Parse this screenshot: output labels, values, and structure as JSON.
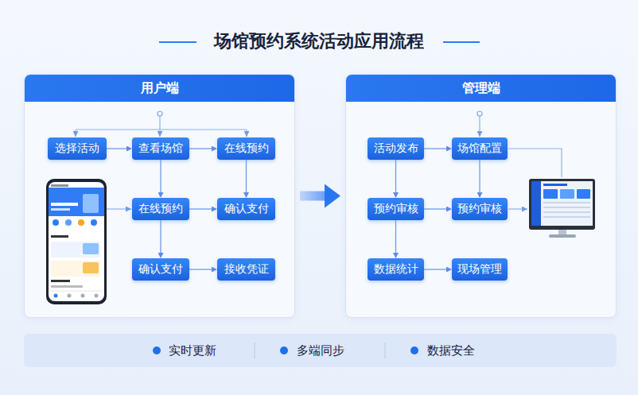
{
  "diagram": {
    "title": "场馆预约系统活动应用流程",
    "nodes": [
      {
        "text": [
          "用户端"
        ]
      },
      {
        "text": [
          "选择活动"
        ],
        "in": 0
      },
      {
        "text": [
          "查看场馆"
        ],
        "in": 0
      },
      {
        "text": [
          "在线预约"
        ],
        "in": 0
      },
      {
        "text": [
          "在线预约"
        ],
        "in": 0
      },
      {
        "text": [
          "确认支付"
        ],
        "in": 0
      },
      {
        "text": [
          "确认支付"
        ],
        "in": 0
      },
      {
        "text": [
          "接收凭证"
        ],
        "in": 0
      },
      {
        "text": [
          "管理端"
        ]
      },
      {
        "text": [
          "活动发布"
        ],
        "in": 8
      },
      {
        "text": [
          "场馆配置"
        ],
        "in": 8
      },
      {
        "text": [
          "预约审核"
        ],
        "in": 8
      },
      {
        "text": [
          "预约审核"
        ],
        "in": 8
      },
      {
        "text": [
          "数据统计"
        ],
        "in": 8
      },
      {
        "text": [
          "现场管理"
        ],
        "in": 8
      },
      {
        "text": [
          "实时更新",
          "多端同步",
          "数据安全"
        ]
      }
    ],
    "edges": [
      {
        "from": 1,
        "to": 2,
        "arrow": "to"
      },
      {
        "from": 2,
        "to": 3,
        "arrow": "to"
      },
      {
        "from": 2,
        "to": 4,
        "arrow": "to"
      },
      {
        "from": 3,
        "to": 5,
        "arrow": "to"
      },
      {
        "from": 4,
        "to": 5,
        "arrow": "to"
      },
      {
        "from": 4,
        "to": 6,
        "arrow": "to"
      },
      {
        "from": 6,
        "to": 7,
        "arrow": "to"
      },
      {
        "from": 0,
        "to": 8,
        "arrow": "to"
      },
      {
        "from": 9,
        "to": 10,
        "arrow": "to"
      },
      {
        "from": 9,
        "to": 11,
        "arrow": "to"
      },
      {
        "from": 10,
        "to": 12,
        "arrow": "to"
      },
      {
        "from": 11,
        "to": 12,
        "arrow": "to"
      },
      {
        "from": 11,
        "to": 13,
        "arrow": "to"
      },
      {
        "from": 13,
        "to": 14,
        "arrow": "to"
      }
    ]
  }
}
